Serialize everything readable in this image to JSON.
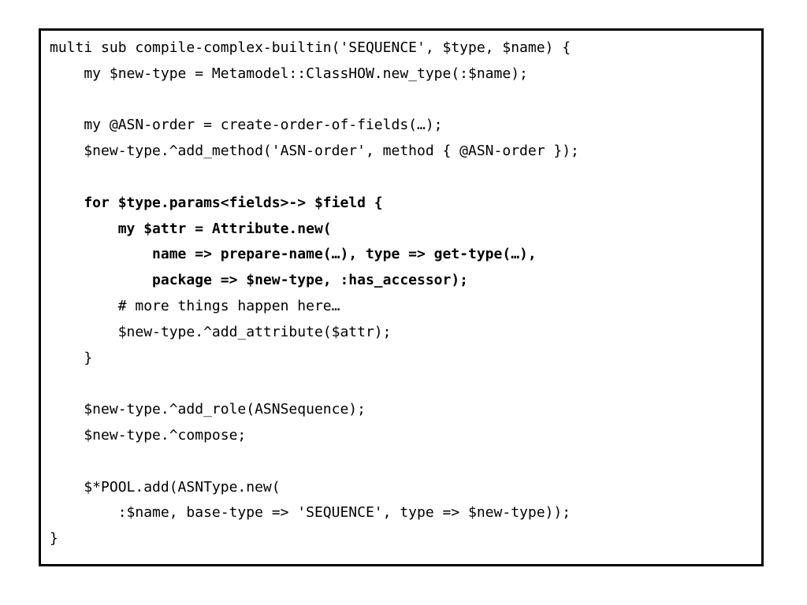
{
  "code": {
    "lines": [
      {
        "text": "multi sub compile-complex-builtin('SEQUENCE', $type, $name) {",
        "bold": false
      },
      {
        "text": "    my $new-type = Metamodel::ClassHOW.new_type(:$name);",
        "bold": false
      },
      {
        "text": "",
        "bold": false
      },
      {
        "text": "    my @ASN-order = create-order-of-fields(…);",
        "bold": false
      },
      {
        "text": "    $new-type.^add_method('ASN-order', method { @ASN-order });",
        "bold": false
      },
      {
        "text": "",
        "bold": false
      },
      {
        "text": "    for $type.params<fields>-> $field {",
        "bold": true
      },
      {
        "text": "        my $attr = Attribute.new(",
        "bold": true
      },
      {
        "text": "            name => prepare-name(…), type => get-type(…),",
        "bold": true
      },
      {
        "text": "            package => $new-type, :has_accessor);",
        "bold": true
      },
      {
        "text": "        # more things happen here…",
        "bold": false
      },
      {
        "text": "        $new-type.^add_attribute($attr);",
        "bold": false
      },
      {
        "text": "    }",
        "bold": false
      },
      {
        "text": "",
        "bold": false
      },
      {
        "text": "    $new-type.^add_role(ASNSequence);",
        "bold": false
      },
      {
        "text": "    $new-type.^compose;",
        "bold": false
      },
      {
        "text": "",
        "bold": false
      },
      {
        "text": "    $*POOL.add(ASNType.new(",
        "bold": false
      },
      {
        "text": "        :$name, base-type => 'SEQUENCE', type => $new-type));",
        "bold": false
      },
      {
        "text": "}",
        "bold": false
      }
    ]
  }
}
